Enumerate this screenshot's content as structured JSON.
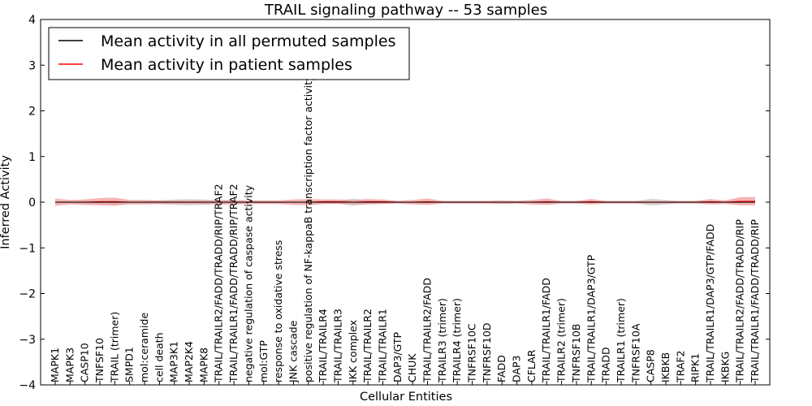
{
  "chart_data": {
    "type": "line",
    "title": "TRAIL signaling pathway -- 53 samples",
    "xlabel": "Cellular Entities",
    "ylabel": "Inferred Activity",
    "ylim": [
      -4,
      4
    ],
    "yticks": [
      "4",
      "3",
      "2",
      "1",
      "0",
      "−1",
      "−2",
      "−3",
      "−4"
    ],
    "grid": false,
    "legend_position": "top-left",
    "categories": [
      "MAPK1",
      "MAPK3",
      "CASP10",
      "TNFSF10",
      "TRAIL (trimer)",
      "SMPD1",
      "mol:ceramide",
      "cell death",
      "MAP3K1",
      "MAP2K4",
      "MAPK8",
      "TRAIL/TRAILR2/FADD/TRADD/RIP/TRAF2",
      "TRAIL/TRAILR1/FADD/TRADD/RIP/TRAF2",
      "negative regulation of caspase activity",
      "mol:GTP",
      "response to oxidative stress",
      "JNK cascade",
      "positive regulation of NF-kappaB transcription factor activity",
      "TRAIL/TRAILR4",
      "TRAIL/TRAILR3",
      "IKK complex",
      "TRAIL/TRAILR2",
      "TRAIL/TRAILR1",
      "DAP3/GTP",
      "CHUK",
      "TRAIL/TRAILR2/FADD",
      "TRAILR3 (trimer)",
      "TRAILR4 (trimer)",
      "TNFRSF10C",
      "TNFRSF10D",
      "FADD",
      "DAP3",
      "CFLAR",
      "TRAIL/TRAILR1/FADD",
      "TRAILR2 (trimer)",
      "TNFRSF10B",
      "TRAIL/TRAILR1/DAP3/GTP",
      "TRADD",
      "TRAILR1 (trimer)",
      "TNFRSF10A",
      "CASP8",
      "IKBKB",
      "TRAF2",
      "RIPK1",
      "TRAIL/TRAILR1/DAP3/GTP/FADD",
      "IKBKG",
      "TRAIL/TRAILR2/FADD/TRADD/RIP",
      "TRAIL/TRAILR1/FADD/TRADD/RIP"
    ],
    "series": [
      {
        "name": "Mean activity in all permuted samples",
        "color": "#000000",
        "band_color": "#b0b0b0",
        "values": [
          0,
          0,
          0,
          0,
          0,
          0,
          0,
          0,
          0,
          0,
          0,
          0,
          0,
          0,
          0,
          0,
          0,
          0,
          0,
          0,
          0,
          0,
          0,
          0,
          0,
          0,
          0,
          0,
          0,
          0,
          0,
          0,
          0,
          0,
          0,
          0,
          0,
          0,
          0,
          0,
          0,
          0,
          0,
          0,
          0,
          0,
          0,
          0
        ],
        "band": [
          0.02,
          0.02,
          0.03,
          0.03,
          0.04,
          0.02,
          0.03,
          0.04,
          0.06,
          0.07,
          0.06,
          0.03,
          0.03,
          0.02,
          0.02,
          0.02,
          0.02,
          0.02,
          0.03,
          0.03,
          0.08,
          0.04,
          0.03,
          0.02,
          0.02,
          0.02,
          0.02,
          0.02,
          0.02,
          0.02,
          0.02,
          0.02,
          0.02,
          0.02,
          0.02,
          0.02,
          0.02,
          0.02,
          0.02,
          0.02,
          0.08,
          0.05,
          0.02,
          0.02,
          0.02,
          0.02,
          0.02,
          0.02
        ]
      },
      {
        "name": "Mean activity in patient samples",
        "color": "#ff0000",
        "band_color": "#f08080",
        "values": [
          0,
          0,
          0,
          0.01,
          0.01,
          0,
          0,
          0,
          0,
          0,
          0,
          0,
          0,
          0,
          0,
          0,
          0,
          0,
          0.01,
          0.01,
          0,
          0.01,
          0.01,
          0,
          0,
          0.01,
          0,
          0,
          0,
          0,
          0,
          0,
          0,
          0.01,
          0,
          0,
          0.01,
          0,
          0,
          0,
          0,
          0,
          0,
          0,
          0.01,
          0,
          0.02,
          0.02
        ],
        "band": [
          0.08,
          0.05,
          0.06,
          0.08,
          0.09,
          0.05,
          0.05,
          0.04,
          0.04,
          0.04,
          0.04,
          0.05,
          0.05,
          0.04,
          0.04,
          0.04,
          0.06,
          0.07,
          0.05,
          0.05,
          0.05,
          0.06,
          0.05,
          0.03,
          0.05,
          0.07,
          0.03,
          0.03,
          0.03,
          0.03,
          0.04,
          0.03,
          0.05,
          0.07,
          0.03,
          0.03,
          0.06,
          0.03,
          0.03,
          0.03,
          0.03,
          0.03,
          0.03,
          0.03,
          0.06,
          0.04,
          0.09,
          0.09
        ]
      }
    ]
  }
}
